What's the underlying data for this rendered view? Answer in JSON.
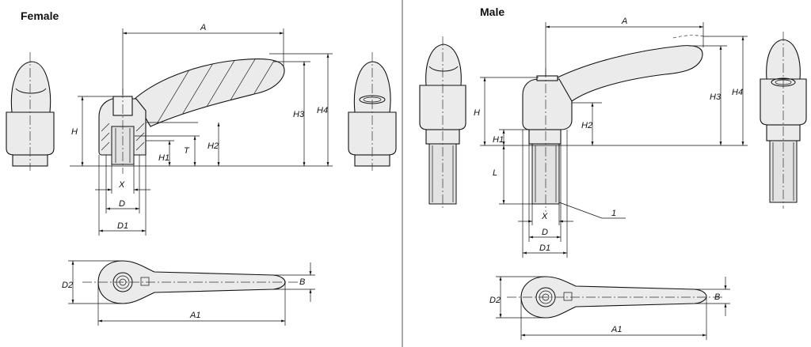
{
  "female": {
    "title": "Female",
    "labels": {
      "A": "A",
      "H": "H",
      "H1": "H1",
      "H2": "H2",
      "H3": "H3",
      "H4": "H4",
      "T": "T",
      "X": "X",
      "D": "D",
      "D1": "D1",
      "D2": "D2",
      "B": "B",
      "A1": "A1"
    }
  },
  "male": {
    "title": "Male",
    "labels": {
      "A": "A",
      "H": "H",
      "H1": "H1",
      "H2": "H2",
      "H3": "H3",
      "H4": "H4",
      "L": "L",
      "X": "X",
      "D": "D",
      "D1": "D1",
      "D2": "D2",
      "B": "B",
      "A1": "A1",
      "callout": "1"
    }
  }
}
